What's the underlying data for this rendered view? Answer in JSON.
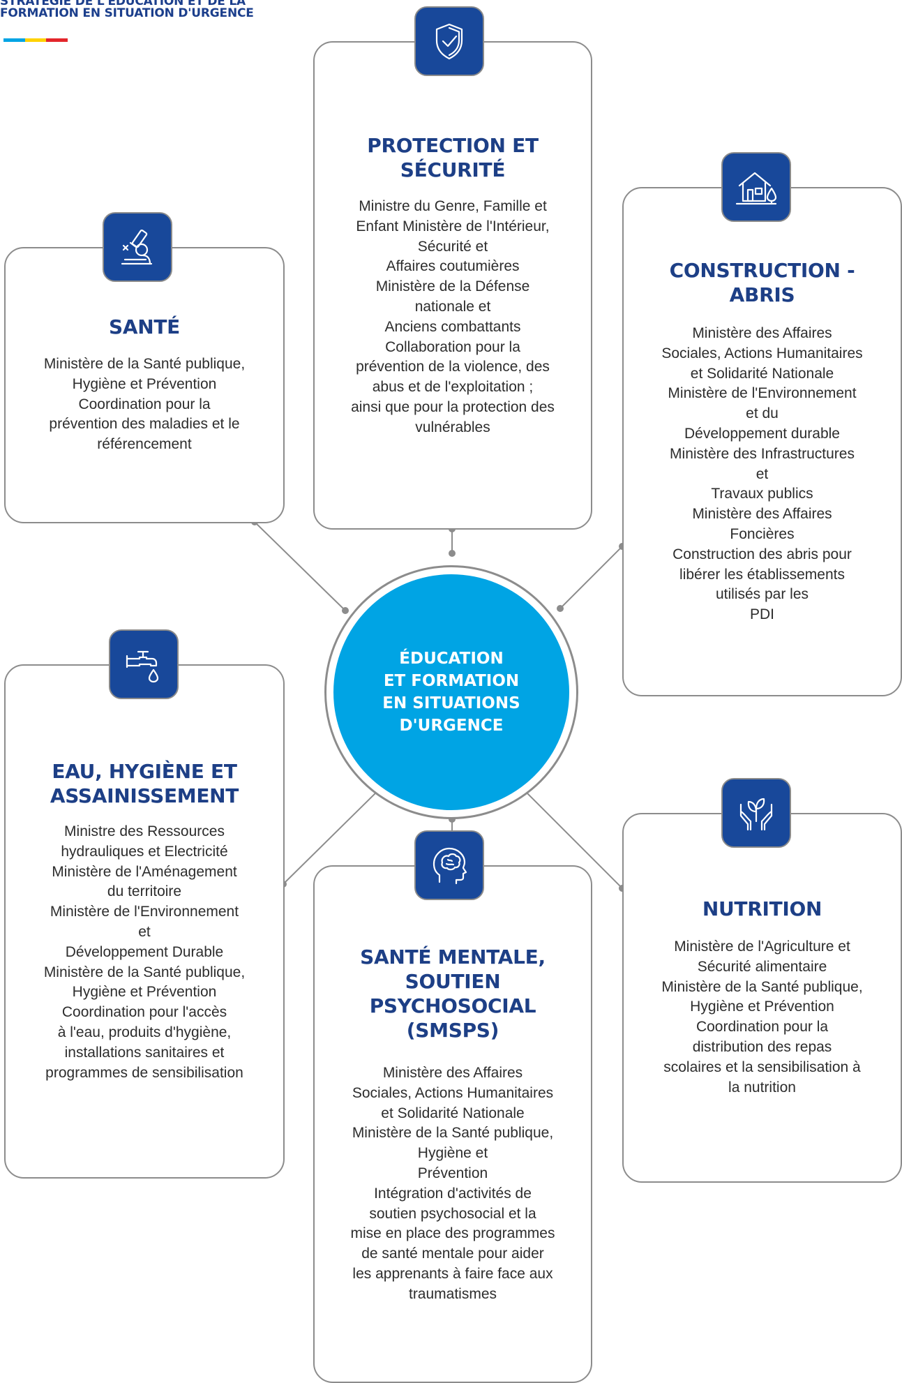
{
  "header": {
    "line1": "Stratégie de l'éducation et de la",
    "line2": "formation en situation d'urgence",
    "flag_colors": [
      "#00a4e4",
      "#ffd200",
      "#e3262b"
    ]
  },
  "center": {
    "lines": [
      "Éducation",
      "et formation",
      "en situations",
      "d'urgence"
    ]
  },
  "cards": {
    "protection": {
      "icon": "shield-check-icon",
      "title_lines": [
        "Protection et",
        "sécurité"
      ],
      "body_lines": [
        "Ministre du Genre, Famille et",
        "Enfant Ministère de l'Intérieur,",
        "Sécurité et",
        "Affaires coutumières",
        "Ministère de la Défense",
        "nationale et",
        "Anciens combattants",
        "Collaboration pour la",
        "prévention de la violence, des",
        "abus et de l'exploitation ;",
        "ainsi que pour la protection des",
        "vulnérables"
      ]
    },
    "sante": {
      "icon": "microscope-icon",
      "title_lines": [
        "Santé"
      ],
      "body_lines": [
        "Ministère de la Santé publique,",
        "Hygiène et Prévention",
        "Coordination pour la",
        "prévention des maladies et le",
        "référencement"
      ]
    },
    "construction": {
      "icon": "house-icon",
      "title_lines": [
        "Construction -",
        "abris"
      ],
      "body_lines": [
        "Ministère des Affaires",
        "Sociales, Actions Humanitaires",
        "et Solidarité Nationale",
        "Ministère de l'Environnement",
        "et du",
        "Développement durable",
        "Ministère des Infrastructures",
        "et",
        "Travaux publics",
        "Ministère des Affaires",
        "Foncières",
        "Construction des abris pour",
        "libérer les établissements",
        "utilisés par les",
        "PDI"
      ]
    },
    "eau": {
      "icon": "water-tap-icon",
      "title_lines": [
        "Eau, hygiène et",
        "assainissement"
      ],
      "body_lines": [
        "Ministre des Ressources",
        "hydrauliques et Electricité",
        "Ministère de l'Aménagement",
        "du territoire",
        "Ministère de l'Environnement",
        "et",
        "Développement Durable",
        "Ministère de la Santé publique,",
        "Hygiène et Prévention",
        "Coordination pour l'accès",
        "à l'eau, produits d'hygiène,",
        "installations sanitaires et",
        "programmes de sensibilisation"
      ]
    },
    "mentale": {
      "icon": "brain-head-icon",
      "title_lines": [
        "Santé mentale,",
        "soutien",
        "psychosocial",
        "(SMSPS)"
      ],
      "body_lines": [
        "Ministère des Affaires",
        "Sociales, Actions Humanitaires",
        "et Solidarité Nationale",
        "Ministère de la Santé publique,",
        "Hygiène et",
        "Prévention",
        "Intégration d'activités de",
        "soutien psychosocial et la",
        "mise en place des programmes",
        "de santé mentale pour aider",
        "les apprenants à faire face aux",
        "traumatismes"
      ]
    },
    "nutrition": {
      "icon": "hands-plant-icon",
      "title_lines": [
        "Nutrition"
      ],
      "body_lines": [
        "Ministère de l'Agriculture et",
        "Sécurité alimentaire",
        "Ministère de la Santé publique,",
        "Hygiène et Prévention",
        "Coordination pour la",
        "distribution des repas",
        "scolaires et la sensibilisation à",
        "la nutrition"
      ]
    }
  }
}
